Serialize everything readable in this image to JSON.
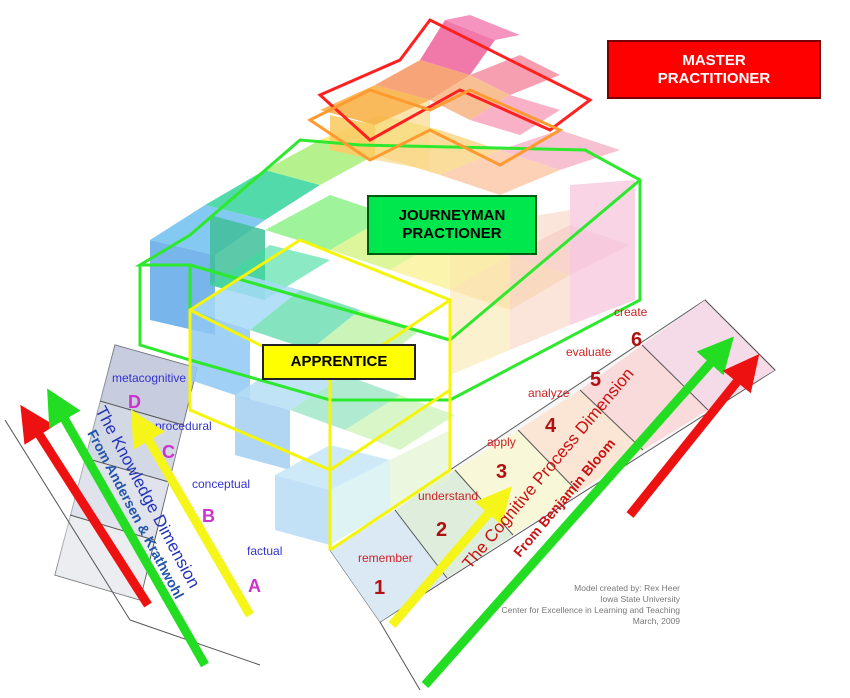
{
  "levels": {
    "master": "MASTER\nPRACTITIONER",
    "journeyman": "JOURNEYMAN\nPRACTIONER",
    "apprentice": "APPRENTICE"
  },
  "knowledge_dimension": {
    "title": "The Knowledge Dimension",
    "source": "From Andersen & Krathwohl",
    "items": [
      {
        "label": "factual",
        "letter": "A"
      },
      {
        "label": "conceptual",
        "letter": "B"
      },
      {
        "label": "procedural",
        "letter": "C"
      },
      {
        "label": "metacognitive",
        "letter": "D"
      }
    ]
  },
  "cognitive_dimension": {
    "title": "The Cognitive Process Dimension",
    "source": "From Benjamin Bloom",
    "items": [
      {
        "label": "remember",
        "number": "1"
      },
      {
        "label": "understand",
        "number": "2"
      },
      {
        "label": "apply",
        "number": "3"
      },
      {
        "label": "analyze",
        "number": "4"
      },
      {
        "label": "evaluate",
        "number": "5"
      },
      {
        "label": "create",
        "number": "6"
      }
    ]
  },
  "credit": [
    "Model created by: Rex Heer",
    "Iowa State University",
    "Center for Excellence in Learning and Teaching",
    "March, 2009"
  ],
  "colors": {
    "master": "#ff0000",
    "journeyman": "#00e64d",
    "apprentice": "#ffff00",
    "knowledge_text": "#3333cc",
    "knowledge_letter": "#cc33cc",
    "cognitive_text": "#cc2222",
    "cognitive_number": "#b01010"
  }
}
